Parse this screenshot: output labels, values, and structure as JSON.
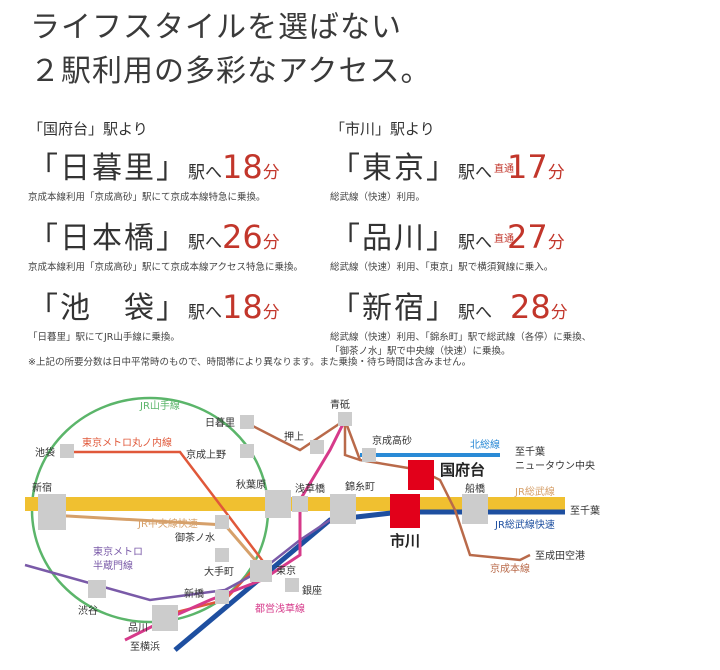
{
  "headline": {
    "line1": "ライフスタイルを選ばない",
    "line2": "２駅利用の多彩なアクセス。"
  },
  "left_column": {
    "from": "「国府台」駅より",
    "routes": [
      {
        "dest": "「日暮里」",
        "eki": "駅へ",
        "minutes": "18",
        "fun": "分",
        "note": "京成本線利用「京成高砂」駅にて京成本線特急に乗換。"
      },
      {
        "dest": "「日本橋」",
        "eki": "駅へ",
        "minutes": "26",
        "fun": "分",
        "note": "京成本線利用「京成高砂」駅にて京成本線アクセス特急に乗換。"
      },
      {
        "dest": "「池　袋」",
        "eki": "駅へ",
        "minutes": "18",
        "fun": "分",
        "note": "「日暮里」駅にてJR山手線に乗換。"
      }
    ]
  },
  "right_column": {
    "from": "「市川」駅より",
    "routes": [
      {
        "dest": "「東京」",
        "eki": "駅へ",
        "chokutsu": "直通",
        "minutes": "17",
        "fun": "分",
        "note": "総武線（快速）利用。"
      },
      {
        "dest": "「品川」",
        "eki": "駅へ",
        "chokutsu": "直通",
        "minutes": "27",
        "fun": "分",
        "note": "総武線（快速）利用、「東京」駅で横須賀線に乗入。"
      },
      {
        "dest": "「新宿」",
        "eki": "駅へ",
        "chokutsu": "",
        "minutes": "28",
        "fun": "分",
        "note": "総武線（快速）利用、「錦糸町」駅で総武線（各停）に乗換、\n「御茶ノ水」駅で中央線（快速）に乗換。"
      }
    ]
  },
  "footnote": "※上記の所要分数は日中平常時のもので、時間帯により異なります。また乗換・待ち時間は含みません。",
  "map": {
    "lines": {
      "yamanote": "JR山手線",
      "marunouchi": "東京メトロ丸ノ内線",
      "chuo": "JR中央線快速",
      "hanzomon": "東京メトロ\n半蔵門線",
      "asakusa": "都営浅草線",
      "hokuso": "北総線",
      "sobu": "JR総武線",
      "sobu_rapid": "JR総武線快速",
      "keisei": "京成本線"
    },
    "stations": {
      "ikebukuro": "池袋",
      "shinjuku": "新宿",
      "shibuya": "渋谷",
      "shinagawa": "品川",
      "nippori": "日暮里",
      "keisei_ueno": "京成上野",
      "akihabara": "秋葉原",
      "ochanomizu": "御茶ノ水",
      "otemachi": "大手町",
      "shinbashi": "新橋",
      "tokyo": "東京",
      "ginza": "銀座",
      "oshiage": "押上",
      "aoto": "青砥",
      "asakusabashi": "浅草橋",
      "kinshicho": "錦糸町",
      "keisei_takasago": "京成高砂",
      "funabashi": "船橋",
      "konodai": "国府台",
      "ichikawa": "市川",
      "to_chiba_nt": "至千葉\nニュータウン中央",
      "to_chiba": "至千葉",
      "to_narita": "至成田空港",
      "to_yokohama": "至横浜"
    },
    "colors": {
      "yamanote": "#5bb56a",
      "marunouchi": "#e0583a",
      "chuo": "#d6a06a",
      "hanzomon": "#7a5aa8",
      "asakusa": "#d63a8a",
      "hokuso": "#2a8ad6",
      "sobu": "#f0c030",
      "sobu_rapid": "#1e4fa0",
      "keisei": "#b96a4a",
      "station": "#cccccc",
      "highlight": "#e2001a"
    }
  }
}
